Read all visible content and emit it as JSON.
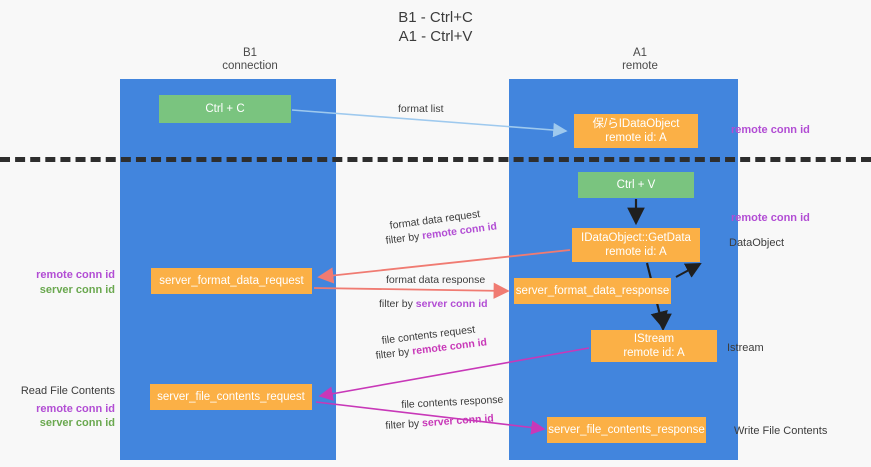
{
  "diagram": {
    "title": "B1 - Ctrl+C\nA1 - Ctrl+V",
    "type": "sequence-flow-diagram",
    "columns": [
      {
        "id": "b1",
        "title": "B1\nconnection"
      },
      {
        "id": "a1",
        "title": "A1\nremote"
      }
    ],
    "nodes": {
      "ctrl_c": {
        "label": "Ctrl + C",
        "color": "#7ac47f",
        "column": "b1"
      },
      "idataobject": {
        "label": "保/らIDataObject\nremote id: A",
        "color": "#fbb046",
        "column": "a1"
      },
      "ctrl_v": {
        "label": "Ctrl + V",
        "color": "#7ac47f",
        "column": "a1"
      },
      "getdata": {
        "label": "IDataObject::GetData\nremote id: A",
        "color": "#fbb046",
        "column": "a1"
      },
      "server_format_data_request": {
        "label": "server_format_data_request",
        "color": "#fbb046",
        "column": "b1"
      },
      "server_format_data_response": {
        "label": "server_format_data_response",
        "color": "#fbb046",
        "column": "a1"
      },
      "istream": {
        "label": "IStream\nremote id: A",
        "color": "#fbb046",
        "column": "a1"
      },
      "server_file_contents_request": {
        "label": "server_file_contents_request",
        "color": "#fbb046",
        "column": "b1"
      },
      "server_file_contents_response": {
        "label": "server_file_contents_response",
        "color": "#fbb046",
        "column": "a1"
      }
    },
    "edge_labels": {
      "format_list": "format list",
      "format_data_request": "format data request",
      "format_data_request_filter_prefix": "filter by ",
      "format_data_request_filter_key": "remote conn id",
      "format_data_response": "format data response",
      "format_data_response_filter_prefix": "filter by ",
      "format_data_response_filter_key": "server conn id",
      "file_contents_request": "file contents request",
      "file_contents_request_filter_prefix": "filter by ",
      "file_contents_request_filter_key": "remote conn id",
      "file_contents_response": "file contents response",
      "file_contents_response_filter_prefix": "filter by ",
      "file_contents_response_filter_key": "server conn id"
    },
    "annotations": {
      "right_remote_conn_id_top": "remote conn id",
      "right_remote_conn_id_mid": "remote conn id",
      "right_dataobject": "DataObject",
      "right_istream": "Istream",
      "right_write_file_contents": "Write File Contents",
      "left_remote_conn_id_1": "remote conn id",
      "left_server_conn_id_1": "server conn id",
      "left_read_file_contents": "Read File Contents",
      "left_remote_conn_id_2": "remote conn id",
      "left_server_conn_id_2": "server conn id"
    },
    "colors": {
      "lane": "#4285dd",
      "green_node": "#7ac47f",
      "orange_node": "#fbb046",
      "divider": "#2e2e2e",
      "purple_text": "#b24dd4",
      "green_text": "#6aa84f",
      "arrow_blue": "#9ec9ee",
      "arrow_red": "#f07b72",
      "arrow_magenta": "#c838b8",
      "arrow_black": "#1f1f1f",
      "background": "#f8f8f8"
    }
  }
}
